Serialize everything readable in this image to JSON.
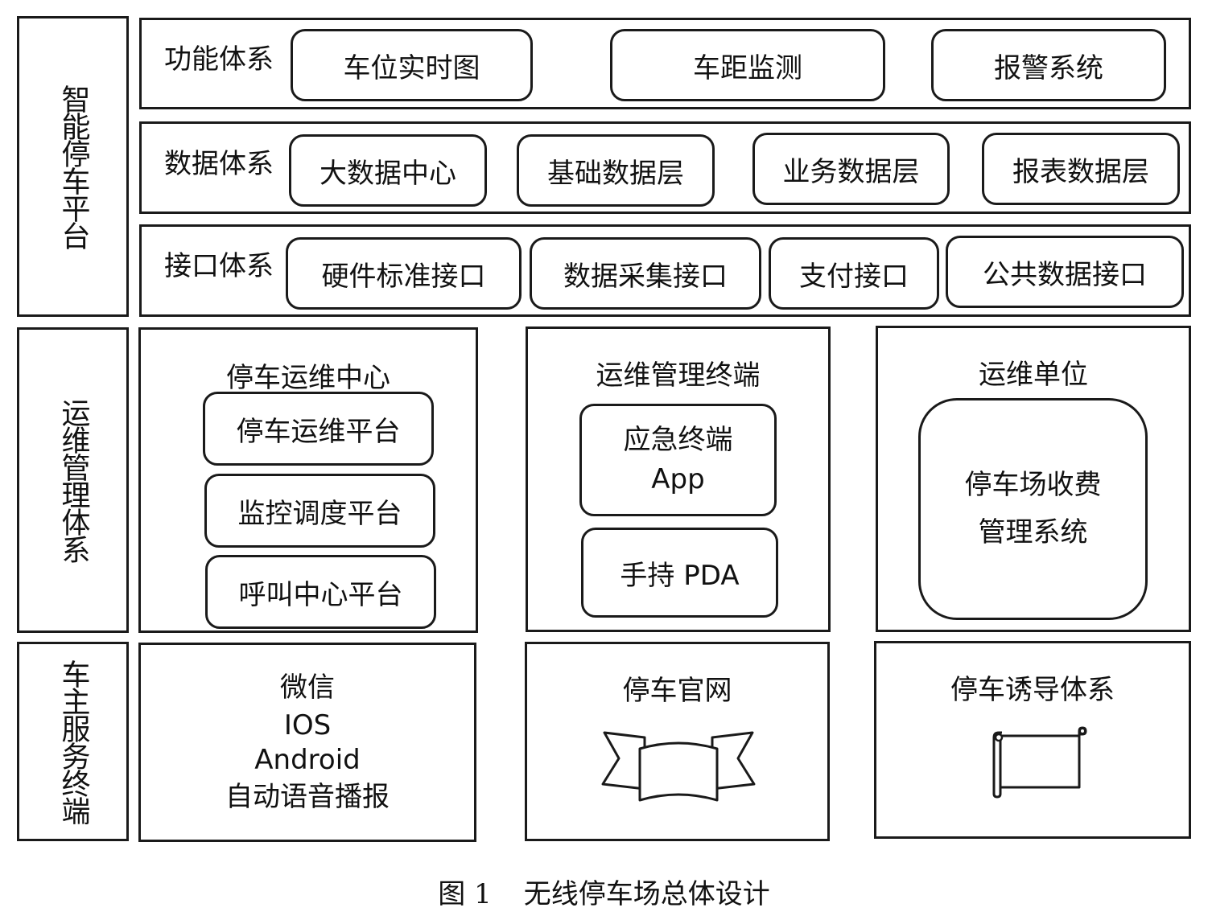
{
  "sections": {
    "platform": {
      "label": "智能停车平台",
      "layers": [
        {
          "label": "功能体系",
          "items": [
            "车位实时图",
            "车距监测",
            "报警系统"
          ]
        },
        {
          "label": "数据体系",
          "items": [
            "大数据中心",
            "基础数据层",
            "业务数据层",
            "报表数据层"
          ]
        },
        {
          "label": "接口体系",
          "items": [
            "硬件标准接口",
            "数据采集接口",
            "支付接口",
            "公共数据接口"
          ]
        }
      ]
    },
    "ops": {
      "label": "运维管理体系",
      "center": {
        "title": "停车运维中心",
        "items": [
          "停车运维平台",
          "监控调度平台",
          "呼叫中心平台"
        ]
      },
      "terminal": {
        "title": "运维管理终端",
        "items": [
          {
            "line1": "应急终端",
            "line2": "App"
          },
          {
            "line1": "手持 PDA"
          }
        ]
      },
      "unit": {
        "title": "运维单位",
        "item_line1": "停车场收费",
        "item_line2": "管理系统"
      }
    },
    "owner": {
      "label": "车主服务终端",
      "channels": [
        "微信",
        "IOS",
        "Android",
        "自动语音播报"
      ],
      "website": "停车官网",
      "guidance": "停车诱导体系"
    }
  },
  "caption": {
    "number": "图 1",
    "title": "无线停车场总体设计"
  }
}
